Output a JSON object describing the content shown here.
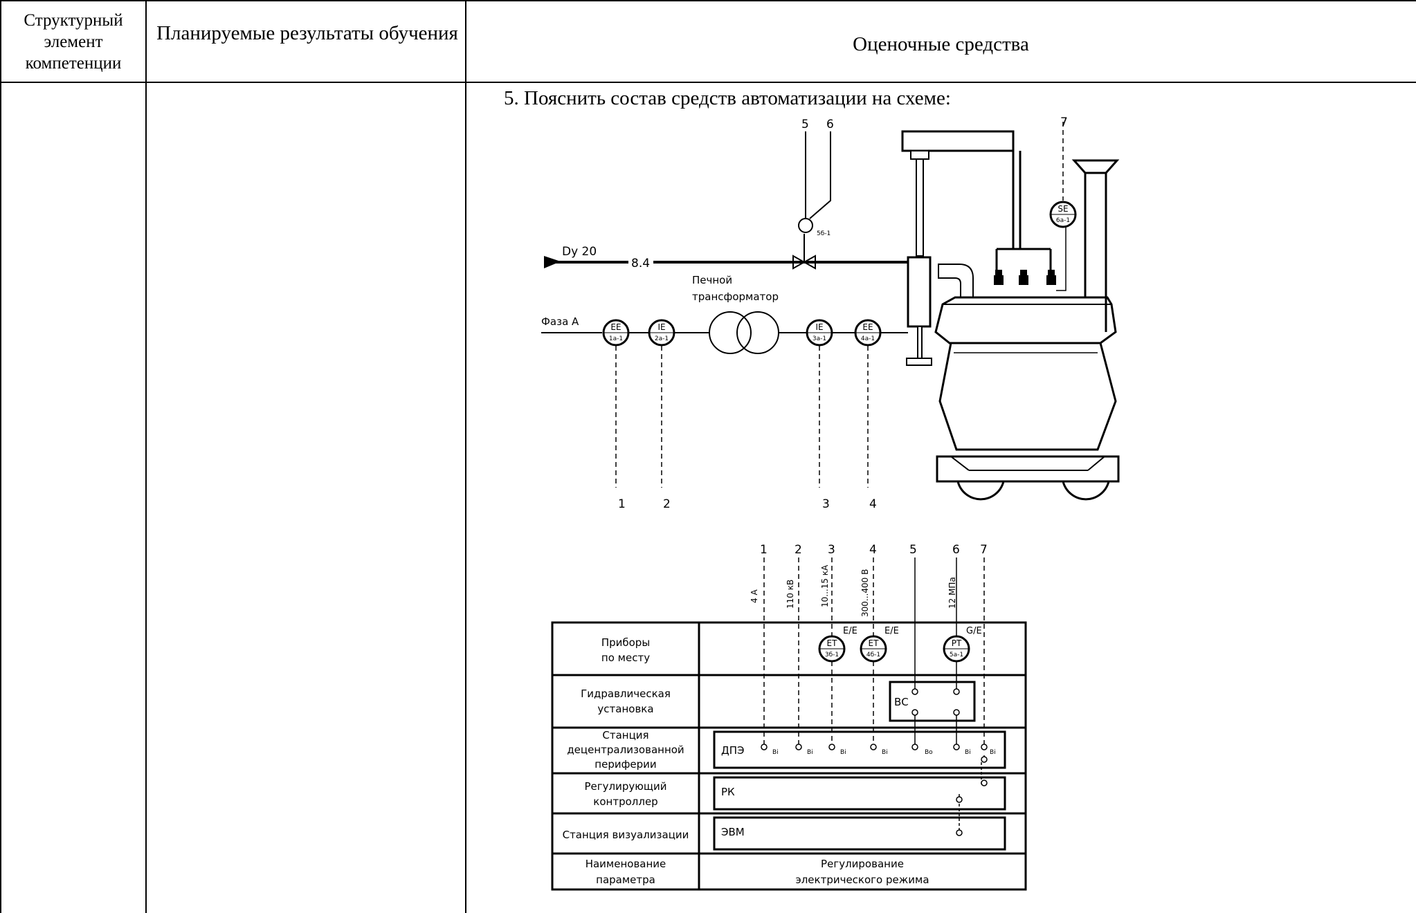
{
  "table": {
    "headers": {
      "structural_element": "Структурный элемент компетенции",
      "planned_results": "Планируемые результаты обучения",
      "assessment_tools": "Оценочные средства"
    }
  },
  "question": {
    "text": "5.  Пояснить состав средств автоматизации на схеме:"
  },
  "diagram": {
    "pipe_label": "Dy 20",
    "pipe_number": "8.4",
    "phase_label": "Фаза A",
    "transformer_label_1": "Печной",
    "transformer_label_2": "трансформатор",
    "top_line_numbers": [
      "5",
      "6",
      "7"
    ],
    "bottom_line_numbers": [
      "1",
      "2",
      "3",
      "4"
    ],
    "instruments": {
      "ee1": {
        "code": "EE",
        "tag": "1a-1"
      },
      "ie2": {
        "code": "IE",
        "tag": "2a-1"
      },
      "ie3": {
        "code": "IE",
        "tag": "3a-1"
      },
      "ee4": {
        "code": "EE",
        "tag": "4a-1"
      },
      "se6": {
        "code": "SE",
        "tag": "6a-1"
      },
      "valve": {
        "tag": "5б-1"
      }
    },
    "col_numbers": [
      "1",
      "2",
      "3",
      "4",
      "5",
      "6",
      "7"
    ],
    "col_values": [
      "4 A",
      "110 кВ",
      "10...15 кА",
      "300...400 В",
      "12 МПа"
    ],
    "field_instruments": {
      "et3": {
        "code": "ET",
        "tag": "3б-1",
        "ratio": "E/E"
      },
      "et4": {
        "code": "ET",
        "tag": "4б-1",
        "ratio": "E/E"
      },
      "pt5": {
        "code": "PT",
        "tag": "5a-1",
        "ratio": "G/E"
      }
    },
    "rows": {
      "local_1": "Приборы",
      "local_2": "по месту",
      "hydraulic_1": "Гидравлическая",
      "hydraulic_2": "установка",
      "station_1": "Станция",
      "station_2": "децентрализованной",
      "station_3": "периферии",
      "controller_1": "Регулирующий",
      "controller_2": "контроллер",
      "visual": "Станция визуализации",
      "param_1": "Наименование",
      "param_2": "параметра"
    },
    "boxes": {
      "hydraulic": "ВС",
      "station": "ДПЭ",
      "controller": "РК",
      "computer": "ЭВМ"
    },
    "signals": {
      "input": "Bi",
      "output": "Bo"
    },
    "parameter_1": "Регулирование",
    "parameter_2": "электрического режима"
  }
}
